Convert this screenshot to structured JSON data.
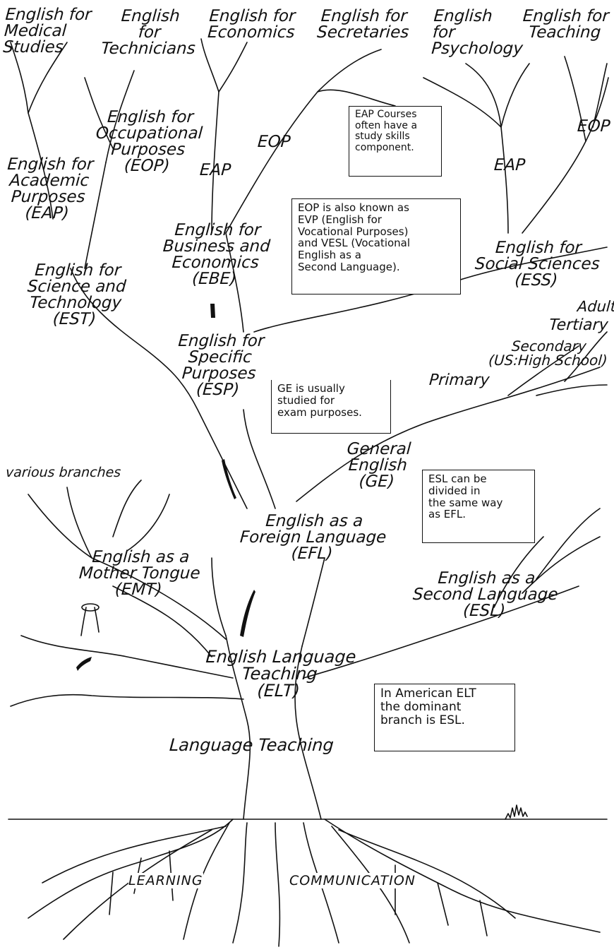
{
  "labels": {
    "medical": "English for\nMedical\nStudies",
    "technicians": "English\nfor\nTechnicians",
    "economics": "English for\nEconomics",
    "secretaries": "English for\nSecretaries",
    "psychology": "English\nfor\nPsychology",
    "teaching": "English for\nTeaching",
    "eop_occ": "English for\nOccupational\nPurposes\n(EOP)",
    "eop_top": "EOP",
    "eap_mid": "EAP",
    "eap_right": "EAP",
    "eop_right": "EOP",
    "eap_left": "English for\nAcademic\nPurposes\n(EAP)",
    "ebe": "English for\nBusiness and\nEconomics\n(EBE)",
    "ess": "English for\nSocial Sciences\n(ESS)",
    "est": "English for\nScience and\nTechnology\n(EST)",
    "esp": "English for\nSpecific\nPurposes\n(ESP)",
    "adult": "Adult",
    "tertiary": "Tertiary",
    "secondary": "Secondary\n(US:High School)",
    "primary": "Primary",
    "ge": "General\nEnglish\n(GE)",
    "various": "various branches",
    "efl": "English as a\nForeign Language\n(EFL)",
    "emt": "English as a\nMother Tongue\n(EMT)",
    "esl": "English as a\nSecond Language\n(ESL)",
    "elt": "English Language\nTeaching\n(ELT)",
    "lt": "Language Teaching",
    "learning": "LEARNING",
    "communication": "COMMUNICATION"
  },
  "notes": {
    "eap_note": "EAP Courses\noften have a\nstudy skills\ncomponent.",
    "eop_note": "EOP is also known as\nEVP (English for\nVocational Purposes)\nand VESL (Vocational\nEnglish as a\nSecond Language).",
    "ge_note": "GE is usually\nstudied for\nexam purposes.",
    "esl_note": "ESL can be\ndivided in\nthe same way\nas EFL.",
    "elt_note": "In American ELT\nthe dominant\nbranch is ESL."
  },
  "colors": {
    "ink": "#111111",
    "paper": "#ffffff"
  }
}
